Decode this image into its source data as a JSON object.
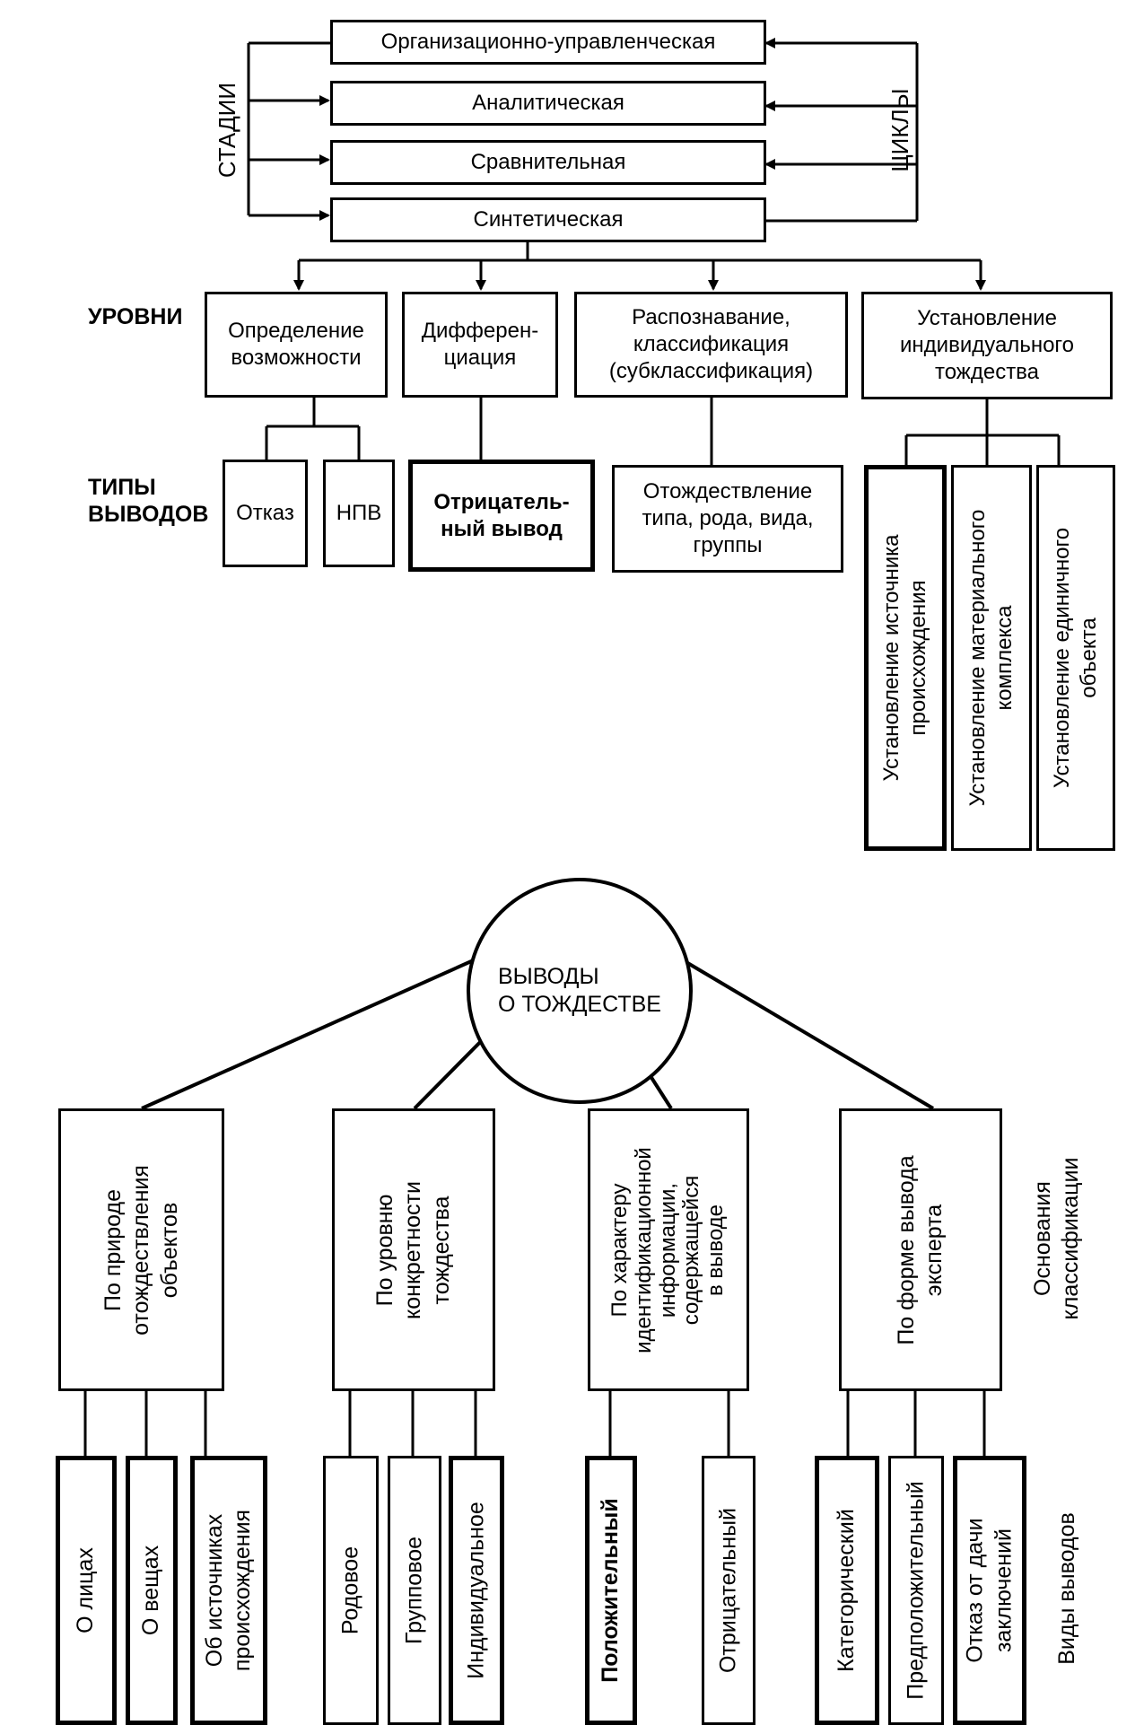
{
  "top": {
    "stages": [
      "Организационно-управленческая",
      "Аналитическая",
      "Сравнительная",
      "Синтетическая"
    ],
    "side_left": "СТАДИИ",
    "side_right": "ЦИКЛЫ",
    "levels_label": "УРОВНИ",
    "levels": [
      "Определение\nвозможности",
      "Дифферен-\nциация",
      "Распознавание,\nклассификация\n(субклассификация)",
      "Установление\nиндивидуального\nтождества"
    ],
    "types_label": "ТИПЫ\nВЫВОДОВ",
    "types": {
      "refusal": "Отказ",
      "npv": "НПВ",
      "negative": "Отрицатель-\nный вывод",
      "identification": "Отождествление\nтипа, рода, вида,\nгруппы",
      "source": "Установление источника\nпроисхождения",
      "material": "Установление материального\nкомплекса",
      "single": "Установление единичного\nобъекта"
    }
  },
  "bottom": {
    "center": "ВЫВОДЫ\nО ТОЖДЕСТВЕ",
    "bases_label": "Основания\nклассификации",
    "kinds_label": "Виды выводов",
    "categories": [
      {
        "label": "По природе\nотождествления\nобъектов",
        "items": [
          "О лицах",
          "О вещах",
          "Об источниках\nпроисхождения"
        ]
      },
      {
        "label": "По уровню\nконкретности\nтождества",
        "items": [
          "Родовое",
          "Групповое",
          "Индивидуальное"
        ]
      },
      {
        "label": "По характеру\nидентификационной\nинформации,\nсодержащейся\nв выводе",
        "items": [
          "Положительный",
          "Отрицательный"
        ]
      },
      {
        "label": "По форме вывода\nэксперта",
        "items": [
          "Категорический",
          "Предположительный",
          "Отказ от дачи\nзаключений"
        ]
      }
    ]
  }
}
